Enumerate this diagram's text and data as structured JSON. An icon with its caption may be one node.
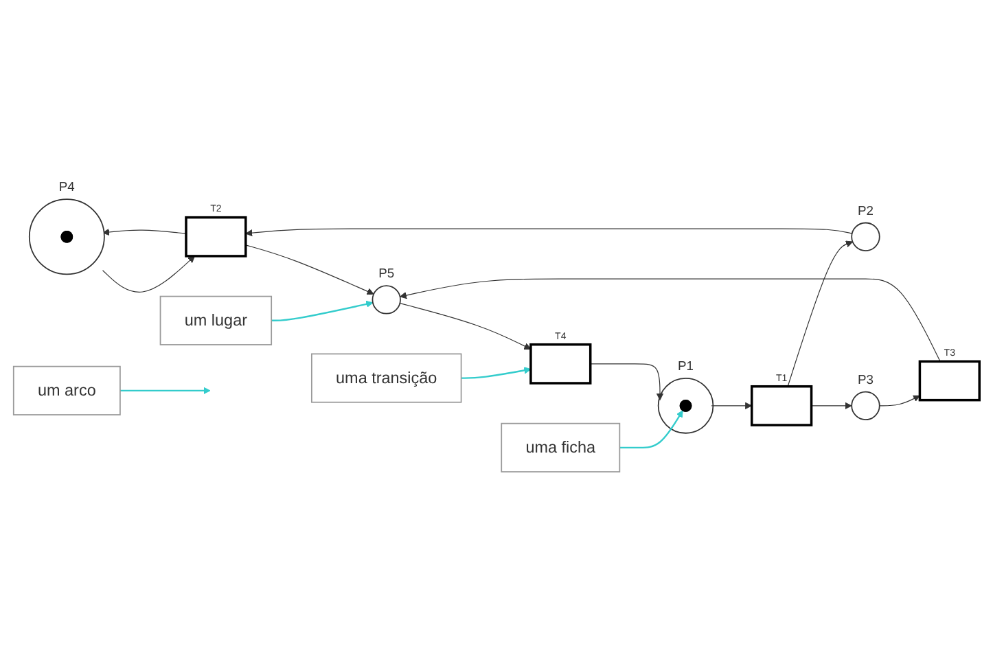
{
  "diagram": {
    "nodes": [
      {
        "text": [
          "uma ficha"
        ]
      },
      {
        "text": [],
        "shape": "circle",
        "beside": [
          "P2"
        ]
      },
      {
        "text": [],
        "shape": "bar",
        "beside": [
          "T2"
        ]
      },
      {
        "text": [
          "um arco"
        ]
      },
      {
        "text": [],
        "shape": "circle",
        "beside": [
          "P1"
        ]
      },
      {
        "text": [],
        "shape": "circle",
        "in": 4
      },
      {
        "text": [],
        "shape": "bar",
        "beside": [
          "T1"
        ]
      },
      {
        "text": [],
        "shape": "circle",
        "beside": [
          "P4"
        ]
      },
      {
        "text": [],
        "shape": "circle",
        "in": 7
      },
      {
        "text": [],
        "shape": "circle",
        "beside": [
          "P5"
        ]
      },
      {
        "text": [
          "um lugar"
        ]
      },
      {
        "text": [],
        "shape": "circle",
        "beside": [
          "P3"
        ]
      },
      {
        "text": [],
        "shape": "bar",
        "beside": [
          "T3"
        ]
      },
      {
        "text": [],
        "shape": "bar",
        "beside": [
          "T4"
        ]
      },
      {
        "text": [
          "uma transição"
        ]
      }
    ],
    "edges": [
      {
        "from": 0,
        "to": 5,
        "arrow": "to",
        "color": "#33cccc"
      },
      {
        "from": 3,
        "to": null,
        "arrow": "to",
        "color": "#33cccc"
      },
      {
        "from": 10,
        "to": 9,
        "arrow": "to",
        "color": "#33cccc"
      },
      {
        "from": 14,
        "to": 13,
        "arrow": "to",
        "color": "#33cccc"
      },
      {
        "from": 4,
        "to": 6,
        "arrow": "to"
      },
      {
        "from": 6,
        "to": 1,
        "arrow": "to"
      },
      {
        "from": 6,
        "to": 11,
        "arrow": "to"
      },
      {
        "from": 1,
        "to": 2,
        "arrow": "to"
      },
      {
        "from": 2,
        "to": 7,
        "arrow": "to"
      },
      {
        "from": 7,
        "to": 2,
        "arrow": "to"
      },
      {
        "from": 2,
        "to": 9,
        "arrow": "to"
      },
      {
        "from": 11,
        "to": 12,
        "arrow": "to"
      },
      {
        "from": 12,
        "to": 9,
        "arrow": "to"
      },
      {
        "from": 9,
        "to": 13,
        "arrow": "to"
      },
      {
        "from": 13,
        "to": 4,
        "arrow": "to"
      }
    ]
  }
}
